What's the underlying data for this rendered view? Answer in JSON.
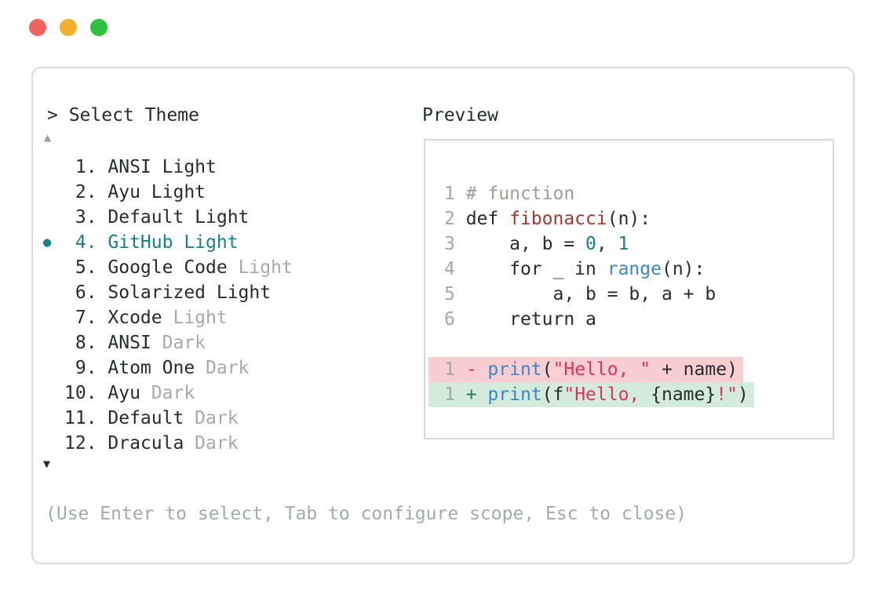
{
  "window": {
    "traffic_lights": [
      {
        "name": "close",
        "color": "#f2635d"
      },
      {
        "name": "minimize",
        "color": "#f2b02c"
      },
      {
        "name": "maximize",
        "color": "#2fc13e"
      }
    ]
  },
  "palette": {
    "panel_border": "#d9d9d9",
    "text_dark": "#262b30",
    "text_muted": "#a5a9a9",
    "accent_teal": "#17808a",
    "comment": "#9ba095",
    "function_red": "#a23831",
    "builtin_blue": "#3d87c9",
    "number_teal": "#13808d",
    "string_red": "#e0325f",
    "diff_removed_bg": "#f8ced3",
    "diff_added_bg": "#d4ebdc"
  },
  "picker": {
    "prompt": "> Select Theme",
    "scroll_up_icon": "▲",
    "scroll_down_icon": "▼",
    "selected_indicator": "●",
    "items": [
      {
        "num": "1.",
        "label": "ANSI Light",
        "muted": "",
        "selected": false
      },
      {
        "num": "2.",
        "label": "Ayu Light",
        "muted": "",
        "selected": false
      },
      {
        "num": "3.",
        "label": "Default Light",
        "muted": "",
        "selected": false
      },
      {
        "num": "4.",
        "label": "GitHub Light",
        "muted": "",
        "selected": true
      },
      {
        "num": "5.",
        "label": "Google Code",
        "muted": " Light",
        "selected": false
      },
      {
        "num": "6.",
        "label": "Solarized Light",
        "muted": "",
        "selected": false
      },
      {
        "num": "7.",
        "label": "Xcode",
        "muted": " Light",
        "selected": false
      },
      {
        "num": "8.",
        "label": "ANSI",
        "muted": " Dark",
        "selected": false
      },
      {
        "num": "9.",
        "label": "Atom One",
        "muted": " Dark",
        "selected": false
      },
      {
        "num": "10.",
        "label": "Ayu",
        "muted": " Dark",
        "selected": false
      },
      {
        "num": "11.",
        "label": "Default",
        "muted": " Dark",
        "selected": false
      },
      {
        "num": "12.",
        "label": "Dracula",
        "muted": " Dark",
        "selected": false
      }
    ],
    "help_text": "(Use Enter to select, Tab to configure scope, Esc to close)"
  },
  "preview": {
    "label": "Preview",
    "code_lines": [
      {
        "no": "1",
        "tokens": [
          [
            "comment",
            "# function"
          ]
        ]
      },
      {
        "no": "2",
        "tokens": [
          [
            "plain",
            "def "
          ],
          [
            "func",
            "fibonacci"
          ],
          [
            "plain",
            "(n):"
          ]
        ]
      },
      {
        "no": "3",
        "tokens": [
          [
            "plain",
            "    a, b = "
          ],
          [
            "num",
            "0"
          ],
          [
            "plain",
            ", "
          ],
          [
            "num",
            "1"
          ]
        ]
      },
      {
        "no": "4",
        "tokens": [
          [
            "plain",
            "    for _ in "
          ],
          [
            "builtin",
            "range"
          ],
          [
            "plain",
            "(n):"
          ]
        ]
      },
      {
        "no": "5",
        "tokens": [
          [
            "plain",
            "        a, b = b, a + b"
          ]
        ]
      },
      {
        "no": "6",
        "tokens": [
          [
            "plain",
            "    return a"
          ]
        ]
      }
    ],
    "diff_lines": [
      {
        "no": "1",
        "type": "removed",
        "tokens": [
          [
            "minus",
            "- "
          ],
          [
            "builtin",
            "print"
          ],
          [
            "plain",
            "("
          ],
          [
            "str",
            "\"Hello, \""
          ],
          [
            "plain",
            " + name)"
          ]
        ]
      },
      {
        "no": "1",
        "type": "added",
        "tokens": [
          [
            "plus",
            "+ "
          ],
          [
            "builtin",
            "print"
          ],
          [
            "plain",
            "(f"
          ],
          [
            "str",
            "\"Hello, "
          ],
          [
            "plain",
            "{name}"
          ],
          [
            "str",
            "!\""
          ],
          [
            "plain",
            ")"
          ]
        ]
      }
    ]
  }
}
